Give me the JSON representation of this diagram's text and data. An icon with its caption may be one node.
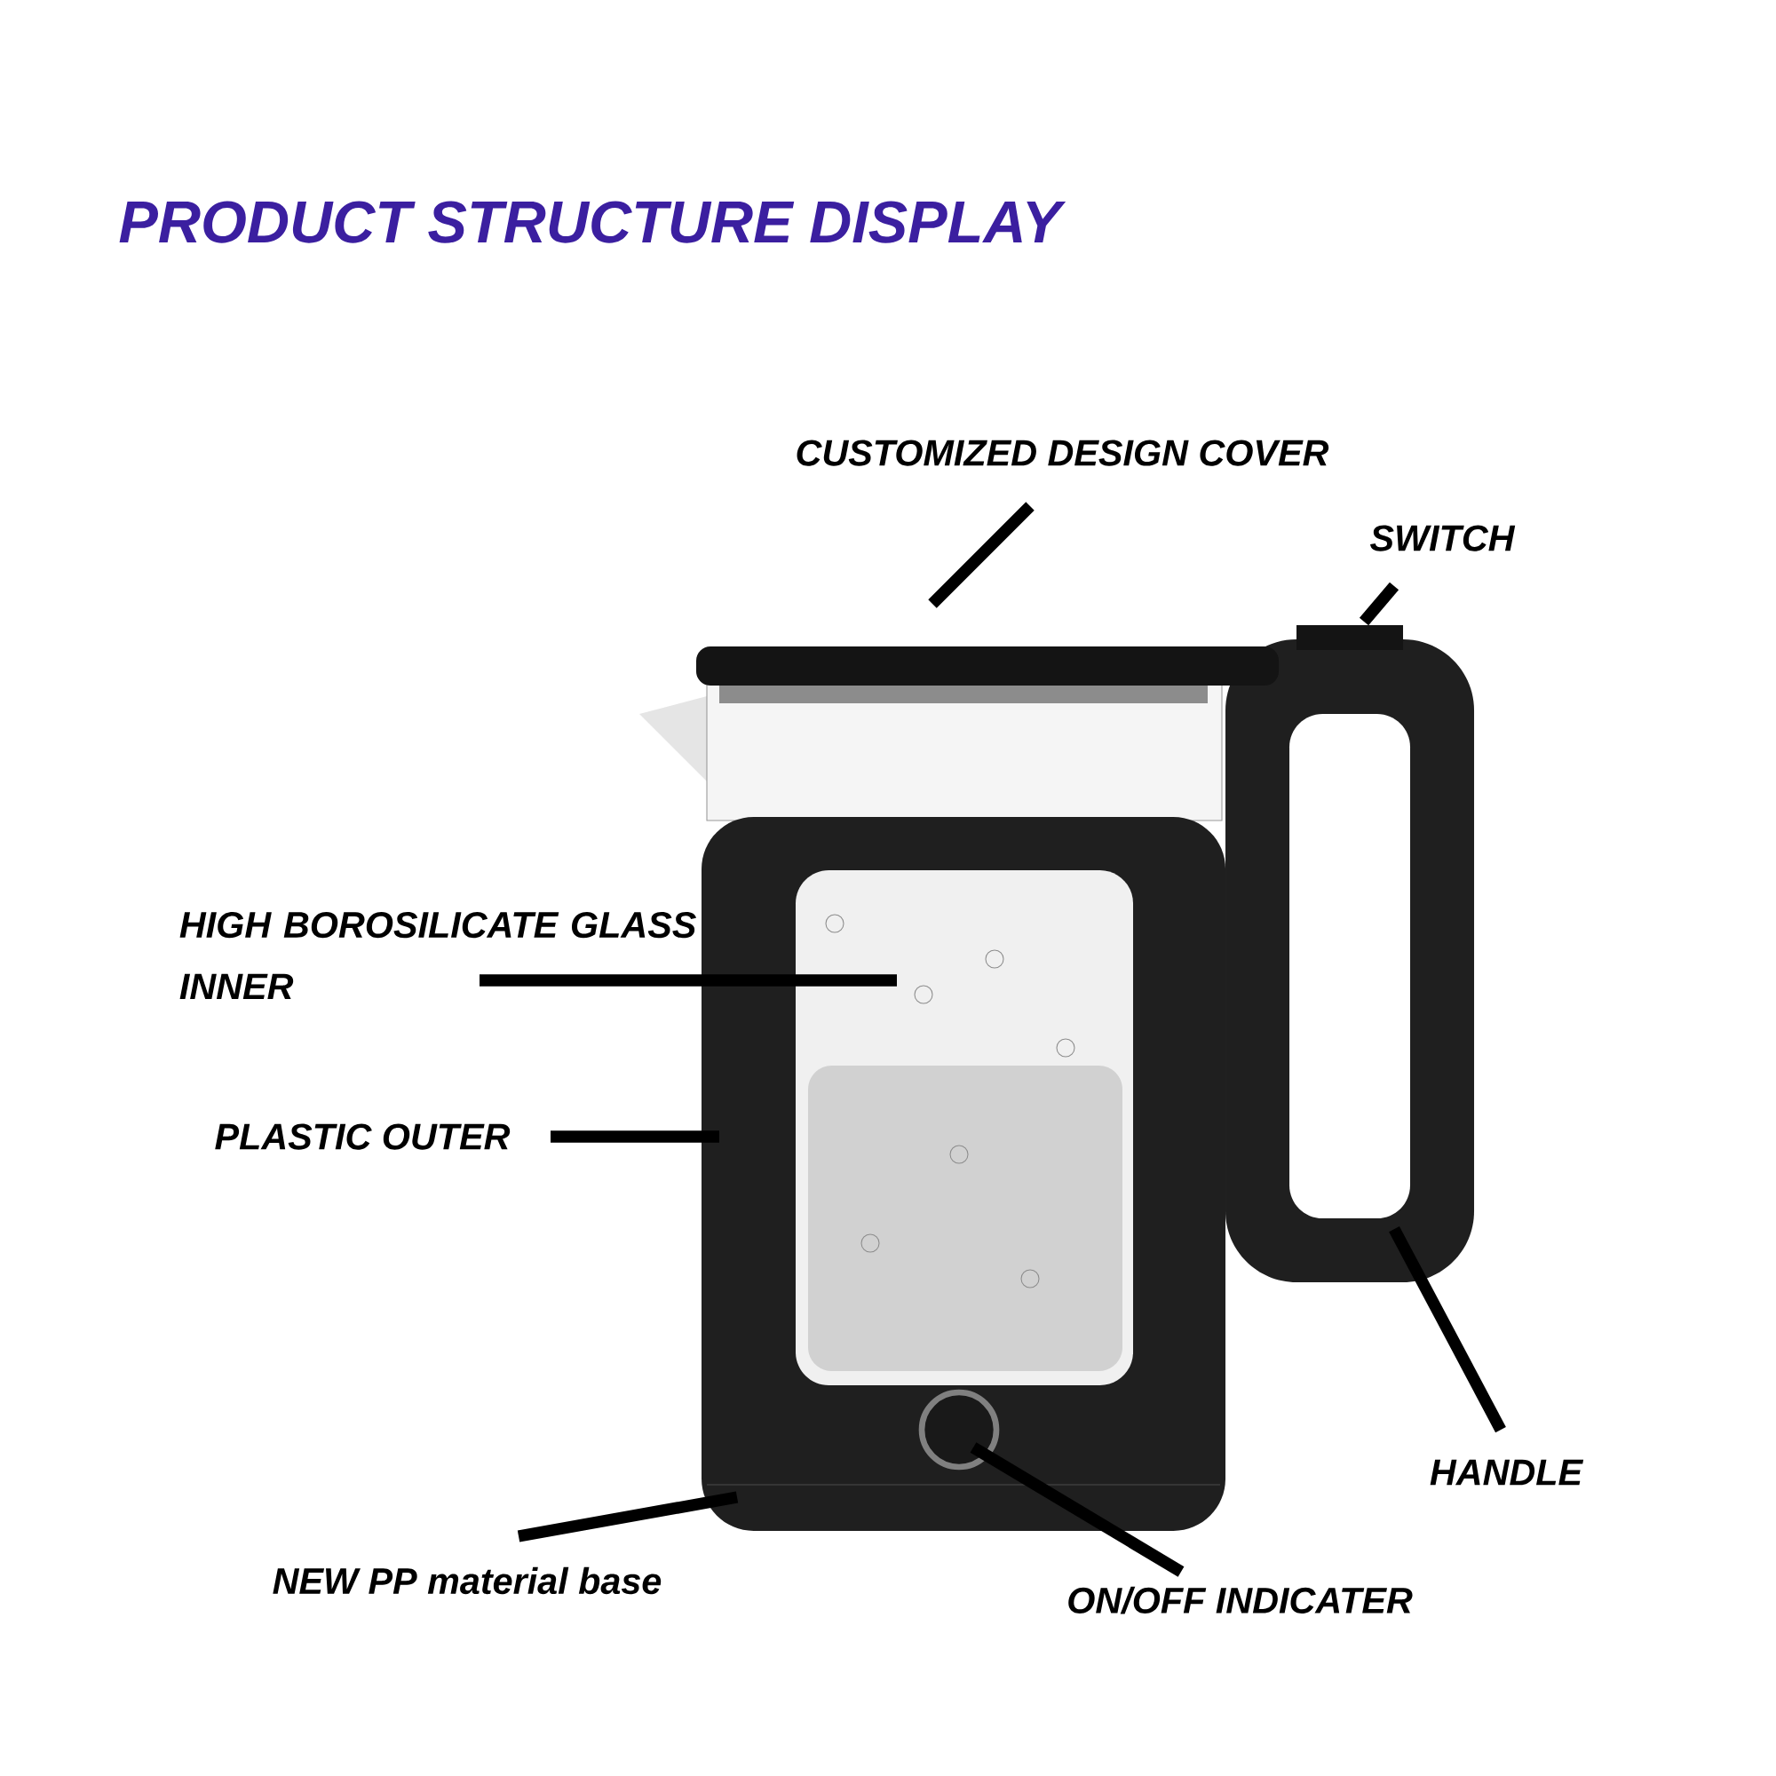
{
  "diagram": {
    "title": "PRODUCT  STRUCTURE DISPLAY",
    "nodes": [
      {
        "text": [
          "CUSTOMIZED DESIGN COVER"
        ]
      },
      {
        "text": [
          "SWITCH"
        ]
      },
      {
        "text": [
          "HIGH BOROSILICATE GLASS INNER"
        ]
      },
      {
        "text": [
          "PLASTIC OUTER"
        ]
      },
      {
        "text": [
          "HANDLE"
        ]
      },
      {
        "text": [
          "NEW PP material base"
        ]
      },
      {
        "text": [
          "ON/OFF INDICATER"
        ]
      }
    ],
    "edges": [
      {
        "from": 0,
        "to": null,
        "arrow": "none"
      },
      {
        "from": 1,
        "to": null,
        "arrow": "none"
      },
      {
        "from": 2,
        "to": null,
        "arrow": "none"
      },
      {
        "from": 3,
        "to": null,
        "arrow": "none"
      },
      {
        "from": 4,
        "to": null,
        "arrow": "none"
      },
      {
        "from": 5,
        "to": null,
        "arrow": "none"
      },
      {
        "from": 6,
        "to": null,
        "arrow": "none"
      }
    ]
  }
}
